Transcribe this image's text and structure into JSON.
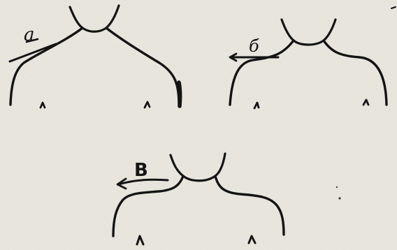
{
  "figures": [
    {
      "id": "a",
      "label": "а"
    },
    {
      "id": "b",
      "label": "б"
    },
    {
      "id": "v",
      "label": "В"
    }
  ],
  "colors": {
    "ink": "#141414",
    "paper": "#ece9e1"
  }
}
